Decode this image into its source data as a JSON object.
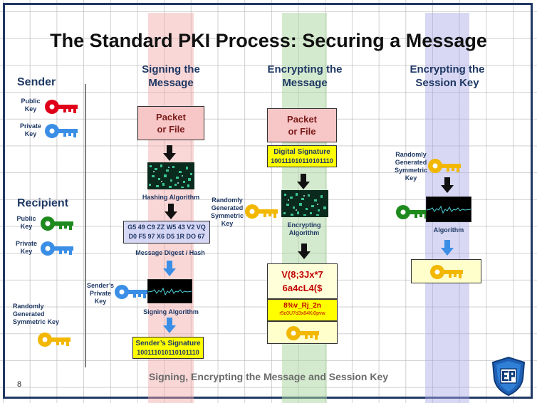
{
  "title": "The Standard PKI Process: Securing a Message",
  "columns": {
    "signing": "Signing the\nMessage",
    "encrypting_message": "Encrypting the\nMessage",
    "encrypting_key": "Encrypting the\nSession Key"
  },
  "sender": {
    "heading": "Sender",
    "public_key": "Public\nKey",
    "private_key": "Private\nKey"
  },
  "recipient": {
    "heading": "Recipient",
    "public_key": "Public\nKey",
    "private_key": "Private\nKey",
    "symmetric_key": "Randomly\nGenerated\nSymmetric Key"
  },
  "signing": {
    "packet": "Packet\nor File",
    "hashing_label": "Hashing Algorithm",
    "hash_line1": "G5 49 C9 ZZ W5 43 V2 VQ",
    "hash_line2": "D0 F5 97 X6 D5 1R DO 67",
    "digest_label": "Message Digest / Hash",
    "senders_private_key": "Sender’s\nPrivate\nKey",
    "algorithm_label": "Signing Algorithm",
    "signature_title": "Sender’s Signature",
    "signature_bits": "100111010110101110"
  },
  "encrypting": {
    "packet": "Packet\nor File",
    "digsig_title": "Digital Signature",
    "digsig_bits": "100111010110101110",
    "symmetric_key": "Randomly\nGenerated\nSymmetric\nKey",
    "algorithm_label": "Encrypting\nAlgorithm",
    "cipher_line1": "V(8;3Jx*7",
    "cipher_line2": "6a4cL4($",
    "cipher_sig1": "8%v_Rj_2n",
    "cipher_sig2": "r5c0U7d3x84Ki0pvw"
  },
  "session": {
    "symmetric_key": "Randomly\nGenerated\nSymmetric\nKey",
    "algorithm_label": "Algorithm"
  },
  "footer": "Signing, Encrypting the Message and Session Key",
  "page_number": "8",
  "colors": {
    "navy": "#1f3864",
    "red_key": "#e0001a",
    "blue_key": "#3b8ee6",
    "green_key": "#1e8a1e",
    "yellow_key": "#f2b700"
  }
}
